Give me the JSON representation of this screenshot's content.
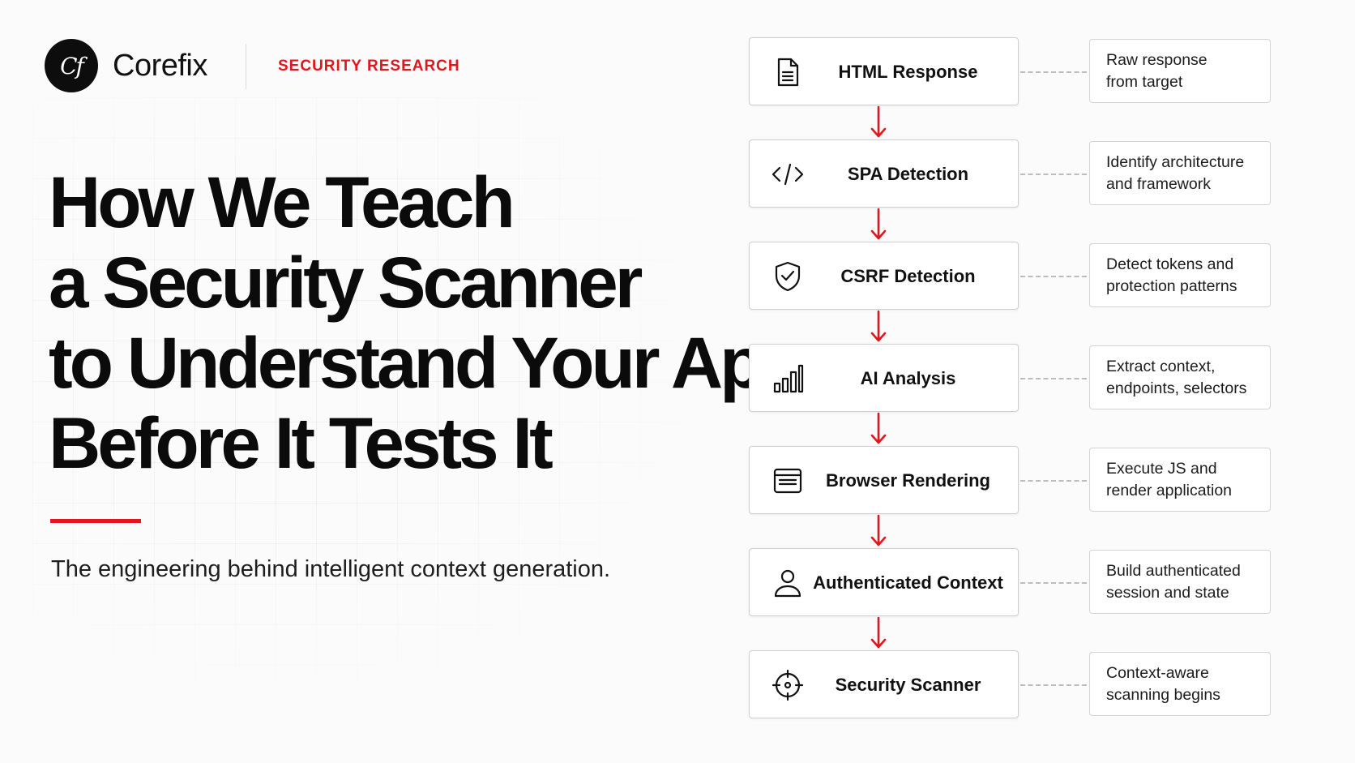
{
  "brand": {
    "logo_text": "Cf",
    "name": "Corefix",
    "tag": "SECURITY RESEARCH"
  },
  "headline": {
    "lines": [
      "How We Teach",
      "a Security Scanner",
      "to Understand Your App",
      "Before It Tests It"
    ]
  },
  "subtitle": "The engineering behind intelligent context generation.",
  "colors": {
    "accent": "#e0171c",
    "text": "#111111",
    "border": "#cfcfcf",
    "background": "#fbfbfb"
  },
  "flow": {
    "steps": [
      {
        "label": "HTML Response",
        "icon": "document-icon",
        "note": [
          "Raw response",
          "from target"
        ]
      },
      {
        "label": "SPA Detection",
        "icon": "code-icon",
        "note": [
          "Identify architecture",
          "and framework"
        ]
      },
      {
        "label": "CSRF Detection",
        "icon": "shield-check-icon",
        "note": [
          "Detect tokens and",
          "protection patterns"
        ]
      },
      {
        "label": "AI Analysis",
        "icon": "bar-chart-icon",
        "note": [
          "Extract context,",
          "endpoints, selectors"
        ]
      },
      {
        "label": "Browser Rendering",
        "icon": "browser-window-icon",
        "note": [
          "Execute JS and",
          "render application"
        ]
      },
      {
        "label": "Authenticated Context",
        "icon": "user-icon",
        "note": [
          "Build authenticated",
          "session and state"
        ]
      },
      {
        "label": "Security Scanner",
        "icon": "crosshair-icon",
        "note": [
          "Context-aware",
          "scanning begins"
        ]
      }
    ]
  }
}
